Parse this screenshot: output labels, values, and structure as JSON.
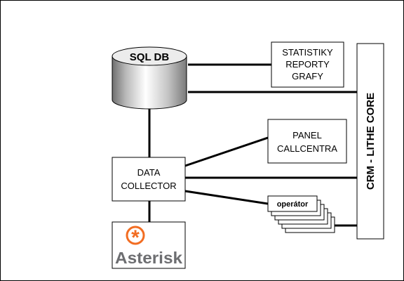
{
  "database": {
    "label": "SQL DB"
  },
  "stats": {
    "lines": [
      "STATISTIKY",
      "REPORTY",
      "GRAFY"
    ]
  },
  "panel": {
    "lines": [
      "PANEL",
      "CALLCENTRA"
    ]
  },
  "collector": {
    "lines": [
      "DATA",
      "COLLECTOR"
    ]
  },
  "crm": {
    "label": "CRM - LITHE CORE"
  },
  "operators": {
    "label": "operátor",
    "count": 6
  },
  "asterisk": {
    "wordmark": "Asterisk",
    "colors": {
      "star": "#f26d22",
      "text": "#6d6e71"
    }
  }
}
